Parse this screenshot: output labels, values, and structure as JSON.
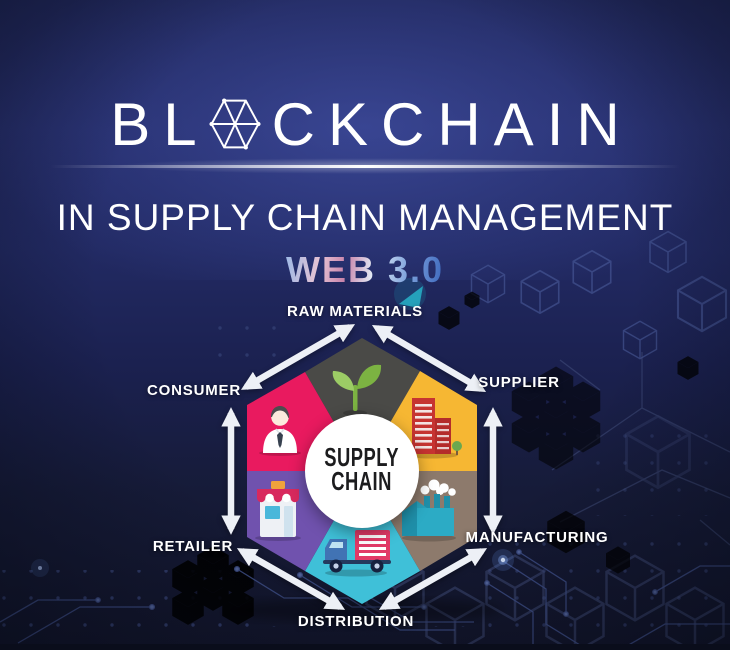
{
  "header": {
    "title_full": "BLOCKCHAIN",
    "title_prefix": "BL",
    "title_suffix": "CKCHAIN",
    "title_o_icon": "hexagon-blockchain-icon",
    "subtitle": "IN SUPPLY CHAIN MANAGEMENT",
    "tagline": "WEB 3.0"
  },
  "diagram": {
    "center_line1": "SUPPLY",
    "center_line2": "CHAIN",
    "segments": [
      {
        "label": "RAW MATERIALS",
        "color": "#4a4a47",
        "icon": "sprout-icon"
      },
      {
        "label": "SUPPLIER",
        "color": "#f6b733",
        "icon": "office-building-icon"
      },
      {
        "label": "MANUFACTURING",
        "color": "#8d7a6c",
        "icon": "factory-icon"
      },
      {
        "label": "DISTRIBUTION",
        "color": "#3fc0d8",
        "icon": "delivery-truck-icon"
      },
      {
        "label": "RETAILER",
        "color": "#7052ae",
        "icon": "storefront-icon"
      },
      {
        "label": "CONSUMER",
        "color": "#e91a5f",
        "icon": "businessman-icon"
      }
    ],
    "arrow_color": "#edf0f6"
  },
  "colors": {
    "background_top": "#242b62",
    "background_bottom": "#12152a",
    "accent_teal": "#27b3c9",
    "circuit_line": "#3e4e86"
  }
}
